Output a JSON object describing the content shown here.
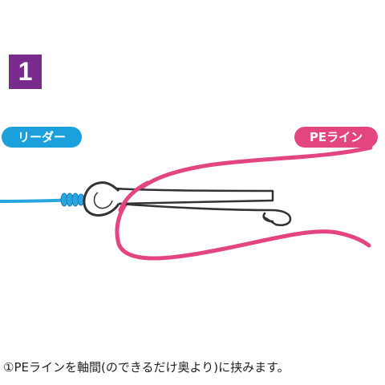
{
  "step": {
    "number": "1",
    "badge_color": "#7a2a8c"
  },
  "labels": {
    "leader": "リーダー",
    "pe_line": "PEライン"
  },
  "colors": {
    "leader_line": "#29a6e0",
    "pe_line": "#e2457f",
    "pill_leader": "#1ba0dc",
    "pill_pe": "#e2457f",
    "snap_outline": "#333333"
  },
  "icons": [
    "snap-icon",
    "leader-line",
    "pe-line"
  ],
  "caption": "①PEラインを軸間(のできるだけ奥より)に挟みます。"
}
